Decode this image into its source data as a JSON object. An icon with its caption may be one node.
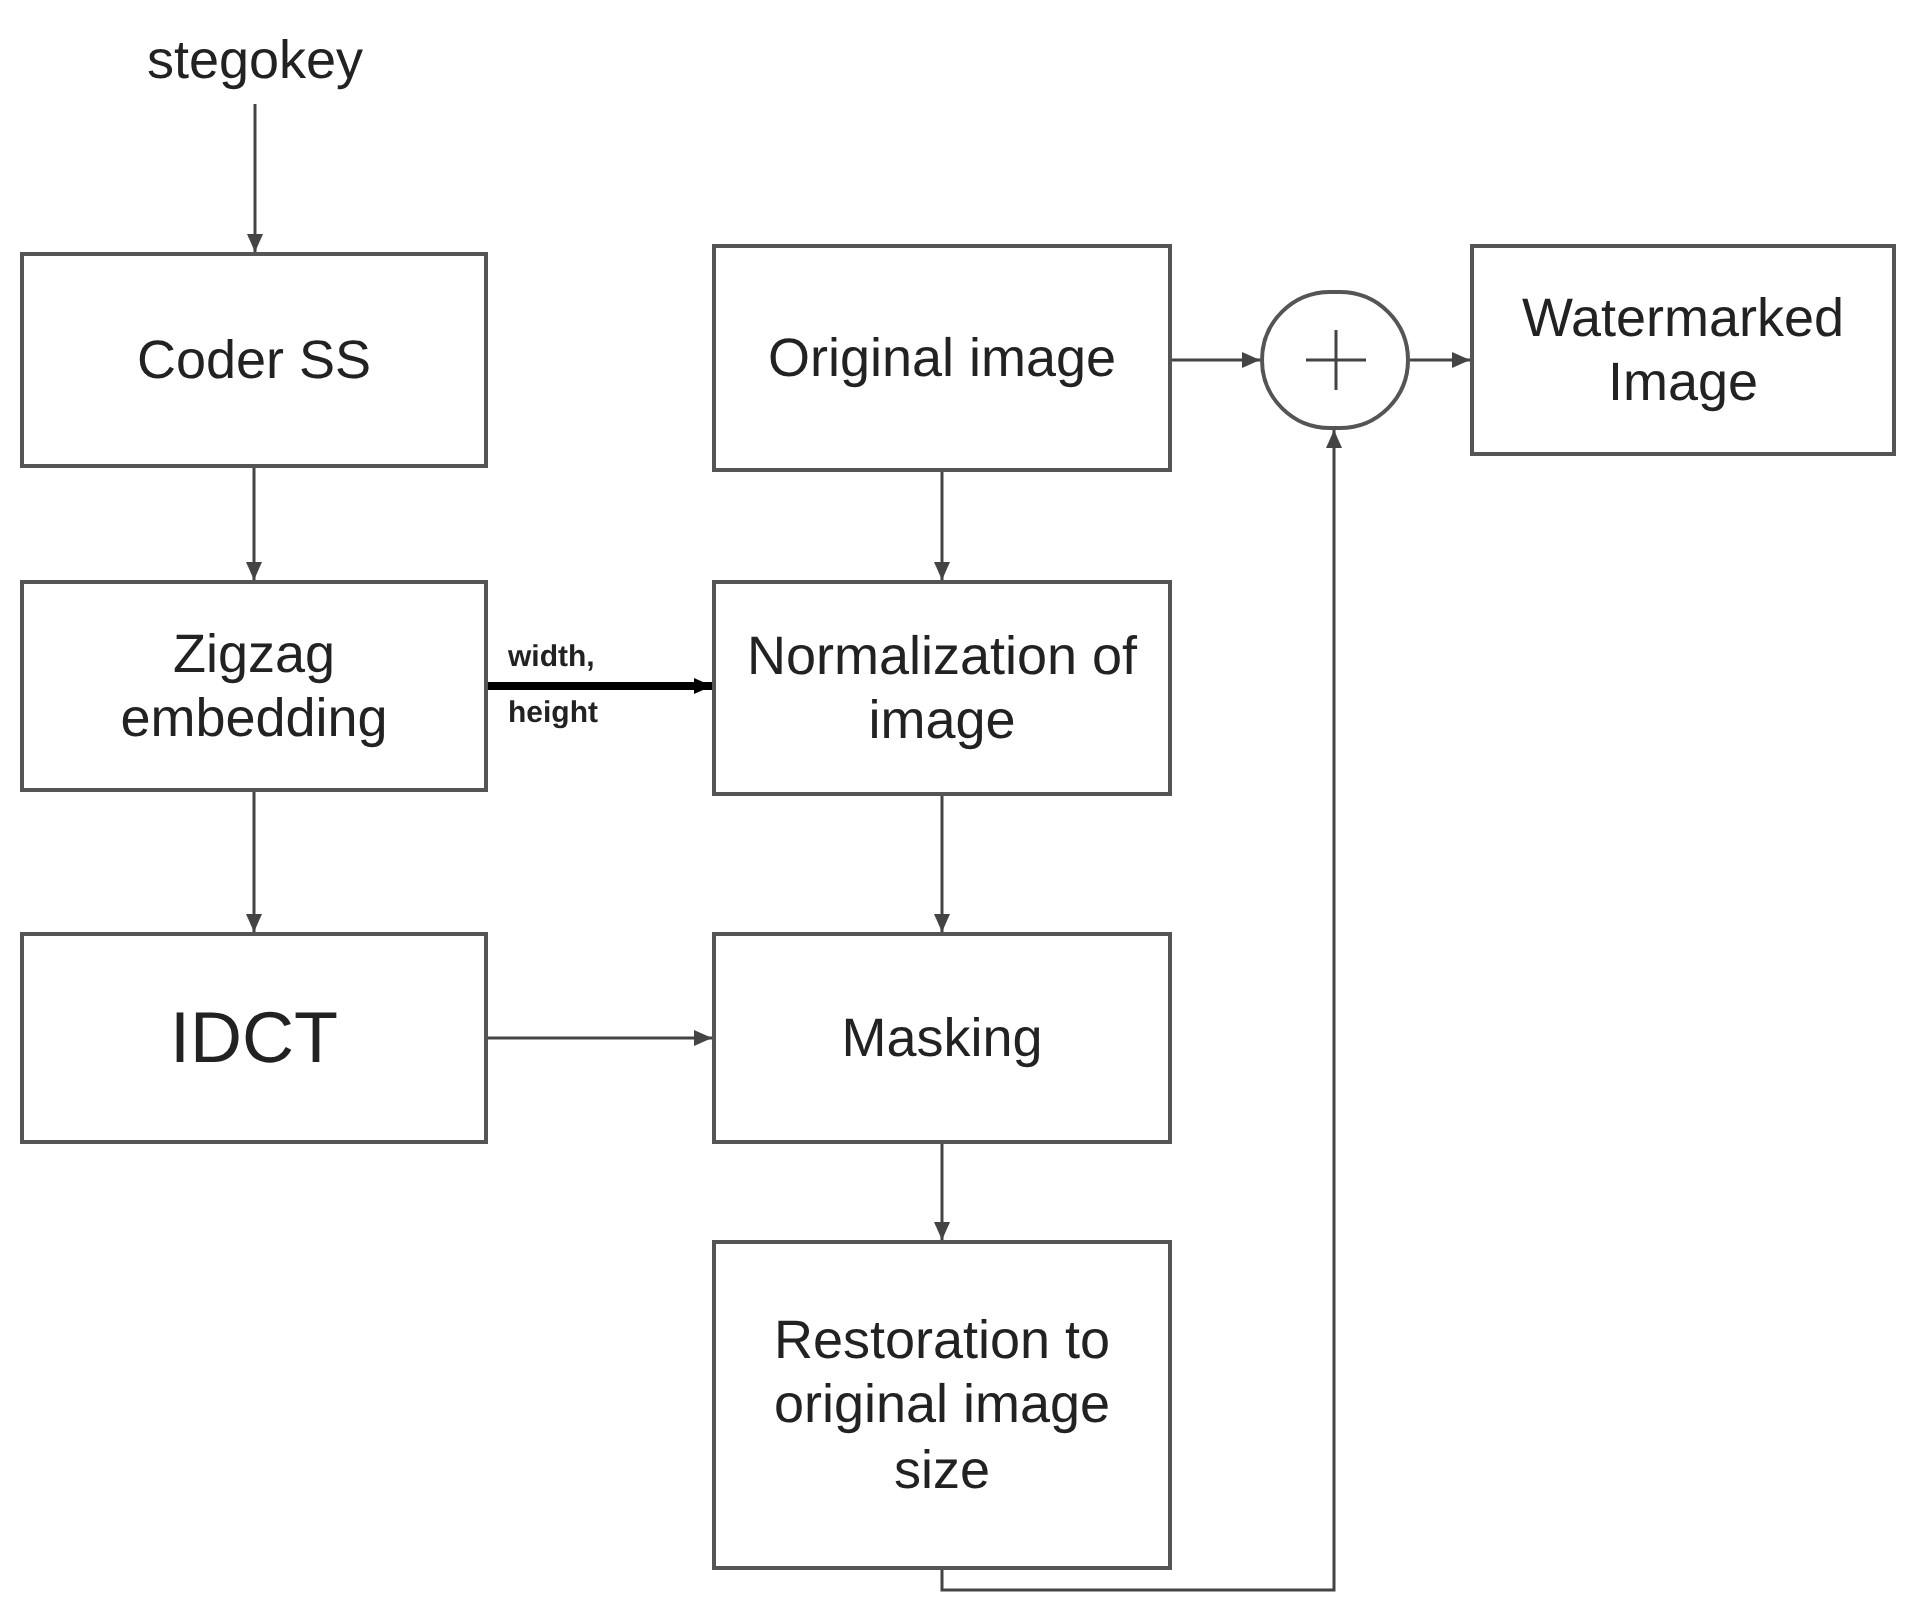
{
  "diagram": {
    "nodes": [
      {
        "text": [
          "stegokey"
        ]
      },
      {
        "text": [
          "Coder SS"
        ]
      },
      {
        "text": [
          "Zigzag embedding"
        ]
      },
      {
        "text": [
          "IDCT"
        ]
      },
      {
        "text": [
          "Original image"
        ]
      },
      {
        "text": [
          "Normalization of image"
        ]
      },
      {
        "text": [
          "Masking"
        ]
      },
      {
        "text": [
          "Restoration to original image size"
        ]
      },
      {
        "text": [],
        "shape": "circle"
      },
      {
        "text": [
          "Watermarked Image"
        ]
      }
    ],
    "edges": [
      {
        "from": 0,
        "to": 1,
        "arrow": "to"
      },
      {
        "from": 1,
        "to": 2,
        "arrow": "to"
      },
      {
        "from": 2,
        "to": 5,
        "arrow": "to",
        "label": "width, height",
        "style": "thick"
      },
      {
        "from": 2,
        "to": 3,
        "arrow": "to"
      },
      {
        "from": 4,
        "to": 5,
        "arrow": "to"
      },
      {
        "from": 5,
        "to": 6,
        "arrow": "to"
      },
      {
        "from": 3,
        "to": 6,
        "arrow": "to"
      },
      {
        "from": 6,
        "to": 7,
        "arrow": "to"
      },
      {
        "from": 7,
        "to": 8,
        "arrow": "to"
      },
      {
        "from": 4,
        "to": 8,
        "arrow": "to"
      },
      {
        "from": 8,
        "to": 9,
        "arrow": "to"
      }
    ]
  }
}
